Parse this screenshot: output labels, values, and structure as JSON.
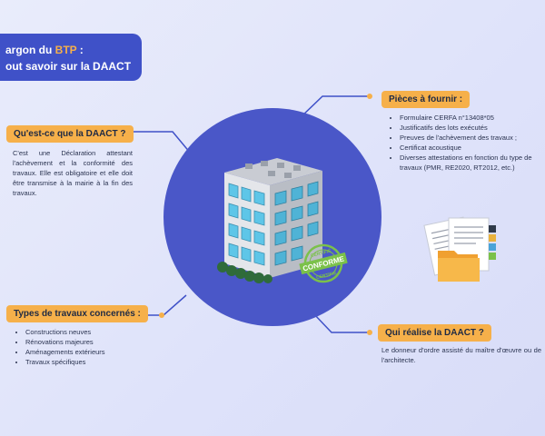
{
  "title": {
    "line1_prefix": "argon du ",
    "line1_accent": "BTP",
    "line1_suffix": " :",
    "line2": "out savoir sur la DAACT"
  },
  "sections": {
    "what": {
      "heading": "Qu'est-ce que la DAACT ?",
      "text": "C'est une Déclaration attestant l'achèvement et la conformité des travaux. Elle est obligatoire et elle doit être transmise à la mairie à la fin des travaux."
    },
    "pieces": {
      "heading": "Pièces à fournir :",
      "items": [
        "Formulaire CERFA n°13408*05",
        "Justificatifs des lots exécutés",
        "Preuves de l'achèvement des travaux ;",
        "Certificat acoustique",
        "Diverses attestations en fonction du type de travaux (PMR, RE2020, RT2012, etc.)"
      ]
    },
    "types": {
      "heading": "Types de travaux concernés :",
      "items": [
        "Constructions neuves",
        "Rénovations majeures",
        "Aménagements extérieurs",
        "Travaux spécifiques"
      ]
    },
    "who": {
      "heading": "Qui réalise la DAACT ?",
      "text": "Le donneur d'ordre assisté du maître d'œuvre ou de l'architecte."
    }
  },
  "stamp": {
    "top": "CERTIFIÉ",
    "middle": "CONFORME",
    "bottom": "CERTIFIÉ"
  },
  "colors": {
    "accent": "#f6b04a",
    "primary": "#3f51c8",
    "circle": "#4a57c8"
  }
}
